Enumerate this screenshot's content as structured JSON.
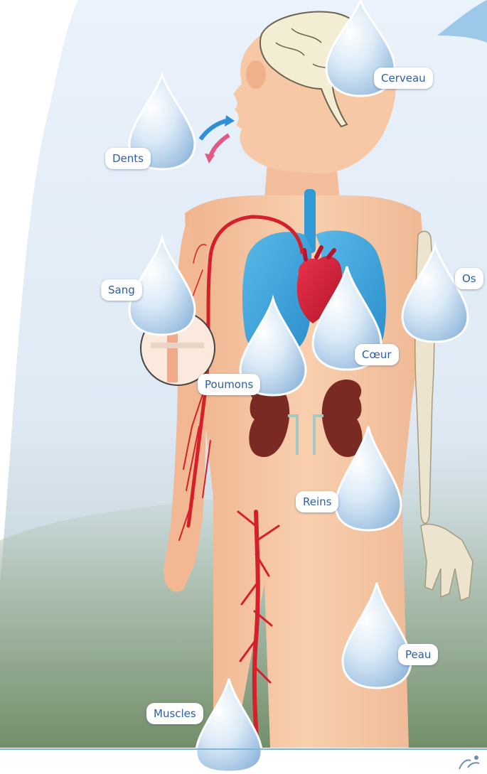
{
  "labels": {
    "cerveau": "Cerveau",
    "dents": "Dents",
    "sang": "Sang",
    "os": "Os",
    "coeur": "Cœur",
    "poumons": "Poumons",
    "reins": "Reins",
    "peau": "Peau",
    "muscles": "Muscles"
  },
  "colors": {
    "skin": "#f6c3a0",
    "lungs": "#3aa6dc",
    "heart": "#d0213a",
    "kidneys": "#7a2a22",
    "blood_vessels": "#d51f2a",
    "bone": "#ece4cf",
    "brain": "#f3eed3",
    "label_text": "#2c5fa6",
    "water_drop": "#b8d7ee"
  },
  "icons": [
    "water-drop-icon",
    "airflow-arrows-icon",
    "logo-mark-icon"
  ]
}
